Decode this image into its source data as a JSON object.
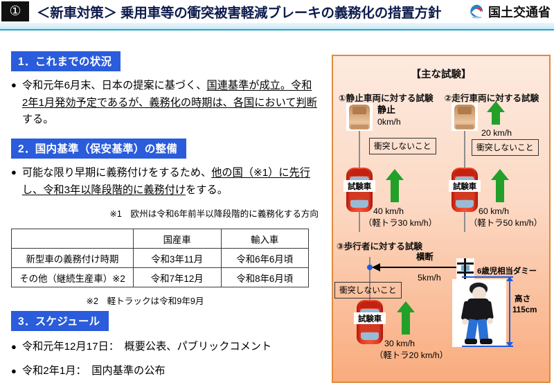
{
  "header": {
    "number_badge": "①",
    "title": "＜新車対策＞ 乗用車等の衝突被害軽減ブレーキの義務化の措置方針",
    "ministry": "国土交通省",
    "logo_icon": "mlit-emblem-icon"
  },
  "section1": {
    "heading": "1．これまでの状況",
    "bullet_marker": "●",
    "text_plain_1": "令和元年6月末、日本の提案に基づく、",
    "text_underlined": "国連基準が成立。令和2年1月発効予定であるが、義務化の時期は、各国において判断",
    "text_plain_2": "する。"
  },
  "section2": {
    "heading": "2．国内基準（保安基準）の整備",
    "bullet_marker": "●",
    "text_plain_1": "可能な限り早期に義務付けをするため、",
    "text_underlined": "他の国（※1）に先行し、令和3年以降段階的に義務付け",
    "text_plain_2": "をする。",
    "note1": "※1　欧州は令和6年前半以降段階的に義務化する方向",
    "note2": "※2　軽トラックは令和9年9月"
  },
  "table": {
    "columns": [
      "",
      "国産車",
      "輸入車"
    ],
    "rows": [
      {
        "label": "新型車の義務付け時期",
        "domestic": "令和3年11月",
        "imported": "令和6年6月頃"
      },
      {
        "label": "その他（継続生産車）※2",
        "domestic": "令和7年12月",
        "imported": "令和8年6月頃"
      }
    ]
  },
  "section3": {
    "heading": "3．スケジュール",
    "bullet_marker": "●",
    "items": [
      "令和元年12月17日：　概要公表、パブリックコメント",
      "令和2年1月：　国内基準の公布"
    ]
  },
  "panel": {
    "title": "【主な試験】",
    "test1": {
      "heading": "①静止車両に対する試験",
      "target_state": "静止",
      "target_speed": "0km/h",
      "requirement": "衝突しないこと",
      "test_car_label": "試験車",
      "test_speed": "40 km/h",
      "test_speed_sub": "（軽トラ30 km/h）"
    },
    "test2": {
      "heading": "②走行車両に対する試験",
      "target_speed": "20 km/h",
      "requirement": "衝突しないこと",
      "test_car_label": "試験車",
      "test_speed": "60 km/h",
      "test_speed_sub": "（軽トラ50 km/h）"
    },
    "test3": {
      "heading": "③歩行者に対する試験",
      "crossing_label": "横断",
      "crossing_speed": "5km/h",
      "requirement": "衝突しないこと",
      "dummy_label": "6歳児相当ダミー",
      "height_label": "高さ",
      "height_value": "115cm",
      "test_car_label": "試験車",
      "test_speed": "30 km/h",
      "test_speed_sub": "（軽トラ20 km/h）"
    }
  },
  "colors": {
    "section_heading_bg": "#2a5cdb",
    "panel_border": "#e08a3c",
    "panel_bg_top": "#fdeadf",
    "panel_bg_bottom": "#f9ab7d",
    "arrow_green": "#22a02a",
    "accent_blue": "#1b5ce0",
    "header_rule": "#19a8c8"
  }
}
